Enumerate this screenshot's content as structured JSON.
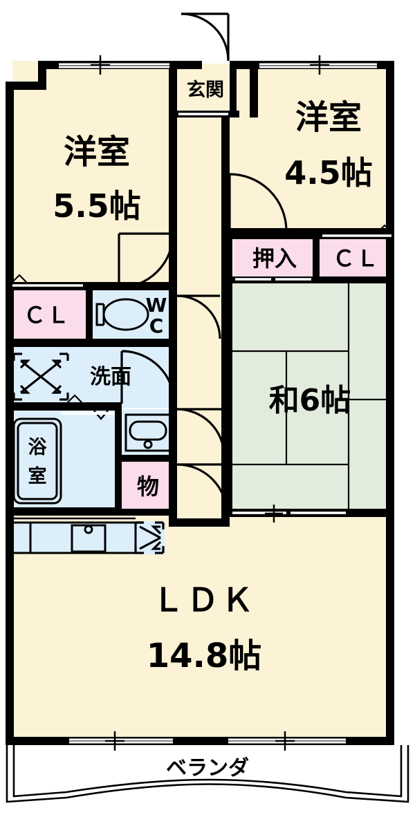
{
  "plan": {
    "title": "Japanese apartment floor plan",
    "colors": {
      "floor_warm": "#fcf2d5",
      "tatami_green": "#e2ecdc",
      "water_blue": "#ddeefb",
      "closet_pink": "#fbdcea",
      "closet_pink_light": "#fce4f0",
      "wall_black": "#000000",
      "white": "#ffffff"
    },
    "rooms": [
      {
        "id": "yoshitsu55",
        "name_line1": "洋室",
        "name_line2": "5.5帖",
        "type": "western-room"
      },
      {
        "id": "yoshitsu45",
        "name_line1": "洋室",
        "name_line2": "4.5帖",
        "type": "western-room"
      },
      {
        "id": "washitsu6",
        "name_line1": "和6帖",
        "name_line2": "",
        "type": "tatami-room"
      },
      {
        "id": "ldk",
        "name_line1": "ＬＤＫ",
        "name_line2": "14.8帖",
        "type": "living-dining-kitchen"
      }
    ],
    "labels": {
      "genkan": "玄関",
      "cl_left": "ＣＬ",
      "cl_right": "ＣＬ",
      "oshiire": "押入",
      "wc_w": "W",
      "wc_c": "C",
      "senmen": "洗面",
      "yokushitsu_line1": "浴",
      "yokushitsu_line2": "室",
      "mono": "物",
      "veranda": "ベランダ"
    }
  }
}
